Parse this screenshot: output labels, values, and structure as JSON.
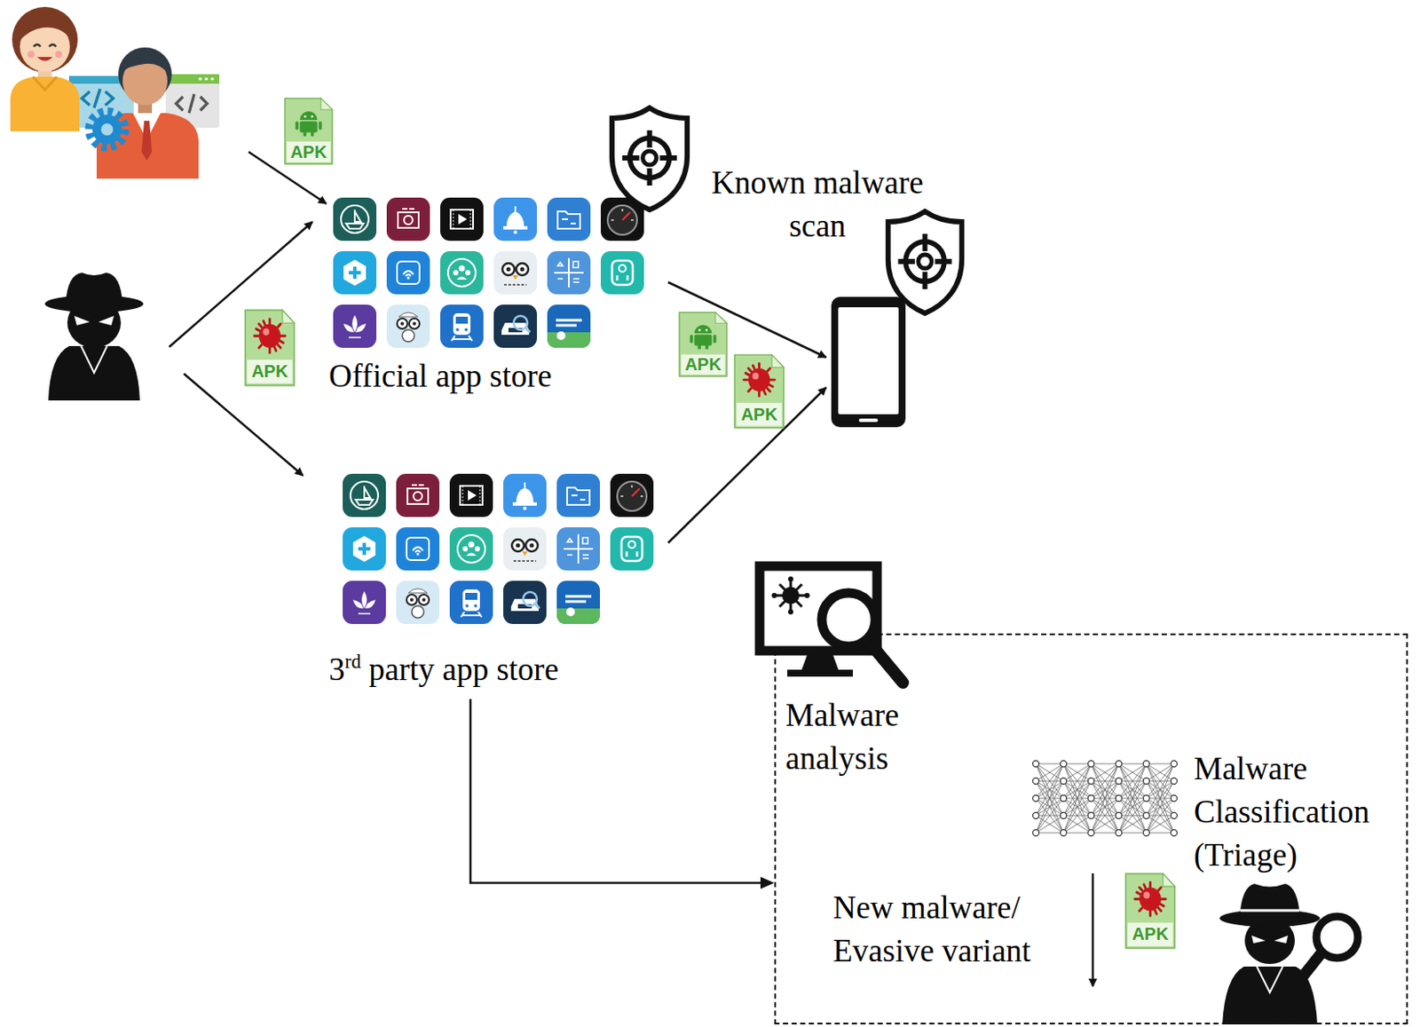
{
  "diagram": {
    "nodes": [
      {
        "text": [
          "Official app store"
        ]
      },
      {
        "text": [
          "3rd party app store"
        ]
      },
      {
        "text": [
          "Malware analysis"
        ]
      }
    ],
    "edges": [
      {
        "from": 1,
        "to": 2,
        "arrow": "to"
      }
    ],
    "labels": [
      "APK",
      "Known malware scan",
      "APK",
      "APK",
      "APK",
      "Malware Classification (Triage)",
      "New malware/ Evasive variant",
      "APK"
    ]
  }
}
